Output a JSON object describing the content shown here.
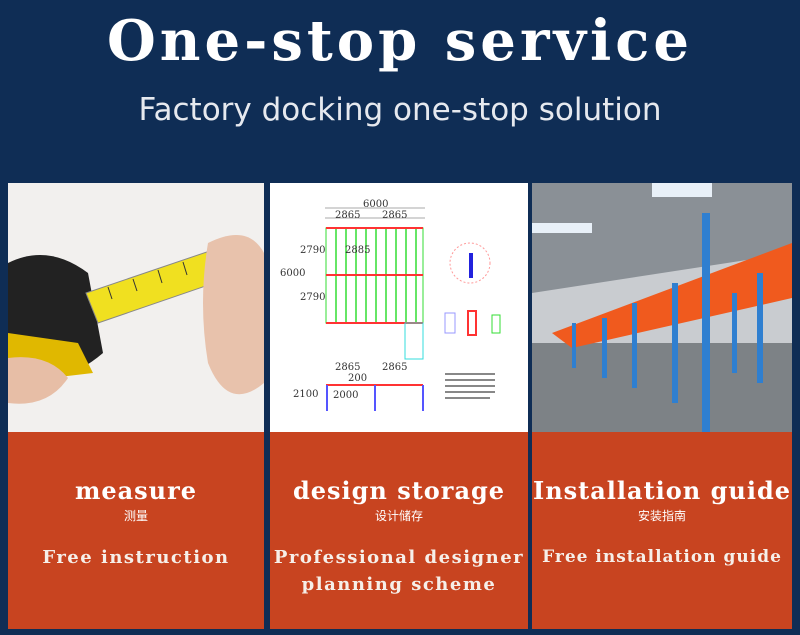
{
  "header": {
    "title": "One-stop service",
    "subtitle": "Factory docking one-stop solution"
  },
  "cards": [
    {
      "title": "measure",
      "title_cn": "测量",
      "desc": "Free instruction",
      "image": "tape-measure-photo"
    },
    {
      "title": "design storage",
      "title_cn": "设计储存",
      "desc_lines": [
        "Professional designer",
        "planning scheme"
      ],
      "image": "mezzanine-floor-plan",
      "plan_labels": {
        "total_width": "6000",
        "bay_left": "2865",
        "bay_right": "2865",
        "total_depth": "6000",
        "depth_top": "2790",
        "depth_bottom": "2790",
        "span": "2885",
        "elev_left": "2865",
        "elev_right": "2865",
        "beam": "200",
        "height_total": "2100",
        "height_clear": "2000"
      }
    },
    {
      "title": "Installation guide",
      "title_cn": "安装指南",
      "desc": "Free installation guide",
      "image": "warehouse-mezzanine-photo"
    }
  ],
  "colors": {
    "background": "#0f2d55",
    "panel": "#c84420"
  }
}
